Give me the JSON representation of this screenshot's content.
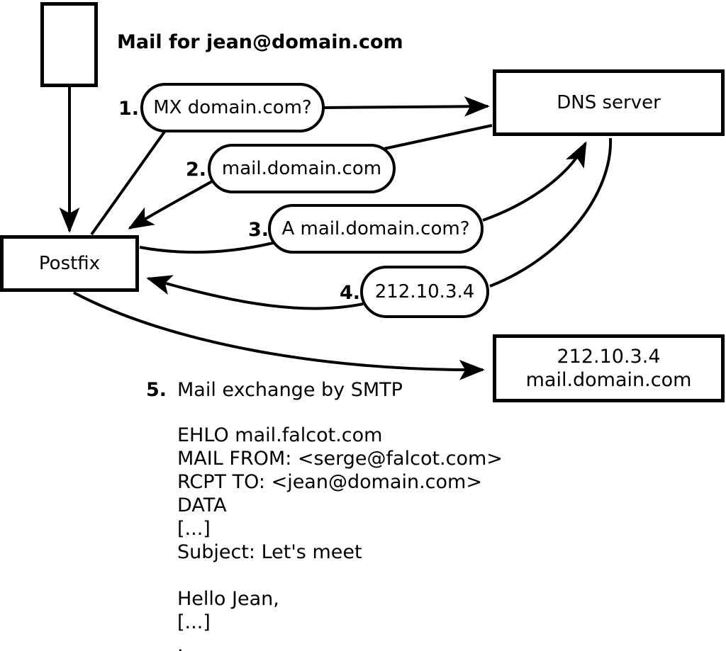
{
  "diagram": {
    "background": "#ffffff",
    "stroke_color": "#000000",
    "title": "Mail for jean@domain.com",
    "nodes": {
      "postfix": {
        "label": "Postfix"
      },
      "dns_server": {
        "label": "DNS server"
      },
      "destination": {
        "line1": "212.10.3.4",
        "line2": "mail.domain.com"
      }
    },
    "steps": [
      {
        "number": "1.",
        "label": "MX domain.com?"
      },
      {
        "number": "2.",
        "label": "mail.domain.com"
      },
      {
        "number": "3.",
        "label": "A mail.domain.com?"
      },
      {
        "number": "4.",
        "label": "212.10.3.4"
      },
      {
        "number": "5.",
        "label": "Mail exchange by SMTP"
      }
    ],
    "smtp_session": [
      "EHLO mail.falcot.com",
      "MAIL FROM: <serge@falcot.com>",
      "RCPT TO: <jean@domain.com>",
      "DATA",
      "[...]",
      "Subject: Let's meet",
      "",
      "Hello Jean,",
      "[...]",
      "."
    ]
  }
}
